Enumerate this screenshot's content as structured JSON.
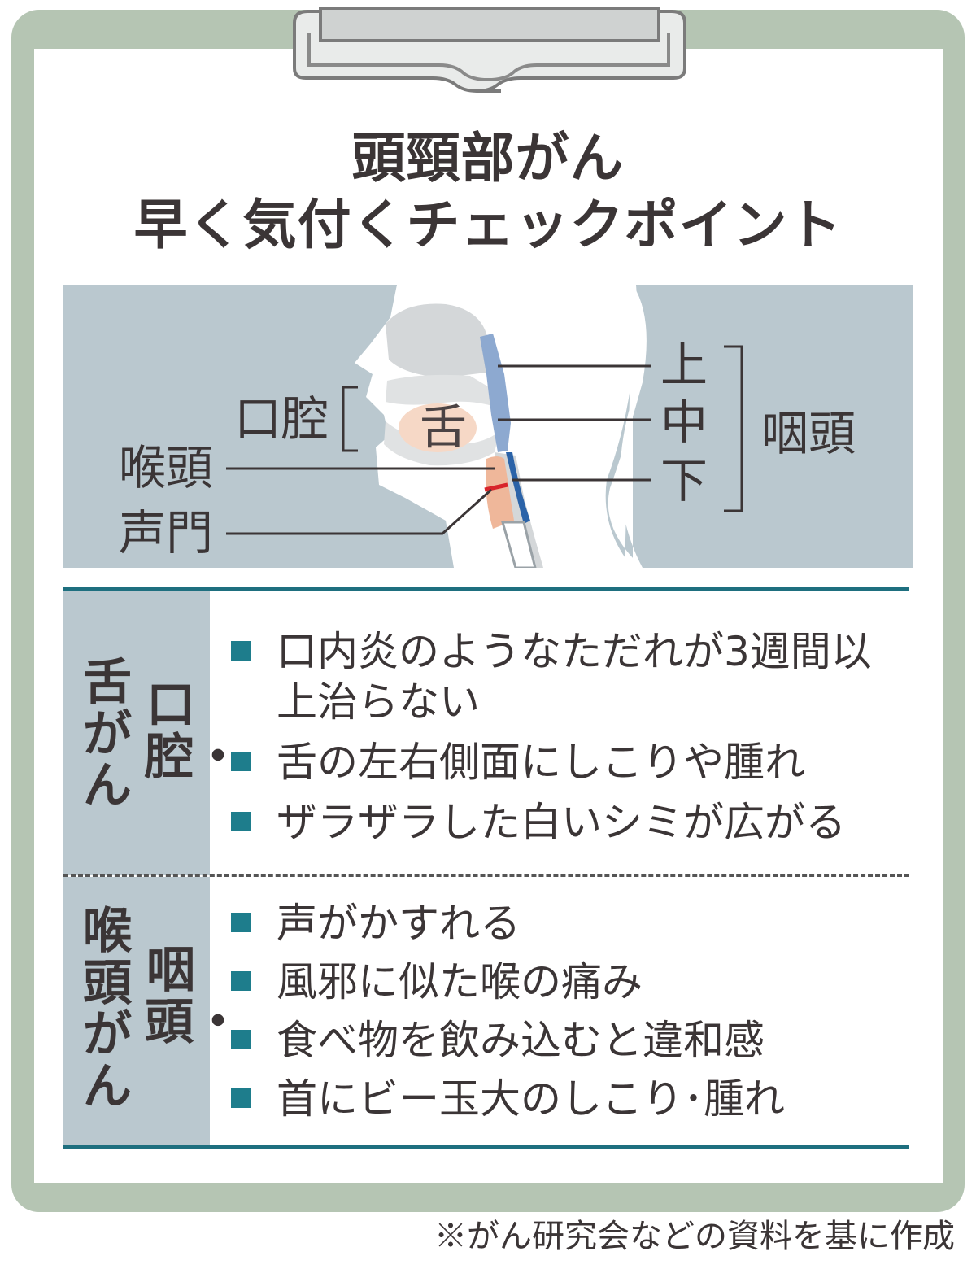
{
  "title": {
    "line1": "頭頸部がん",
    "line2": "早く気付くチェックポイント"
  },
  "diagram": {
    "oral_cavity": "口腔",
    "tongue": "舌",
    "larynx": "喉頭",
    "glottis": "声門",
    "pharynx": "咽頭",
    "upper": "上",
    "middle": "中",
    "lower": "下"
  },
  "sections": [
    {
      "side_right": "口腔・",
      "side_left": "舌がん",
      "items": [
        "口内炎のようなただれが3週間以上治らない",
        "舌の左右側面にしこりや腫れ",
        "ザラザラした白いシミが広がる"
      ]
    },
    {
      "side_right": "咽頭・",
      "side_left": "喉頭がん",
      "items": [
        "声がかすれる",
        "風邪に似た喉の痛み",
        "食べ物を飲み込むと違和感",
        "首にビー玉大のしこり･腫れ"
      ]
    }
  ],
  "footnote": "※がん研究会などの資料を基に作成",
  "colors": {
    "board": "#b5c5b3",
    "panel": "#bac8cf",
    "accent": "#1e7d8c",
    "text": "#3b3536",
    "pharynx_blue": "#8da9d0",
    "larynx_orange": "#efb79a",
    "glottis_red": "#d8242b"
  }
}
